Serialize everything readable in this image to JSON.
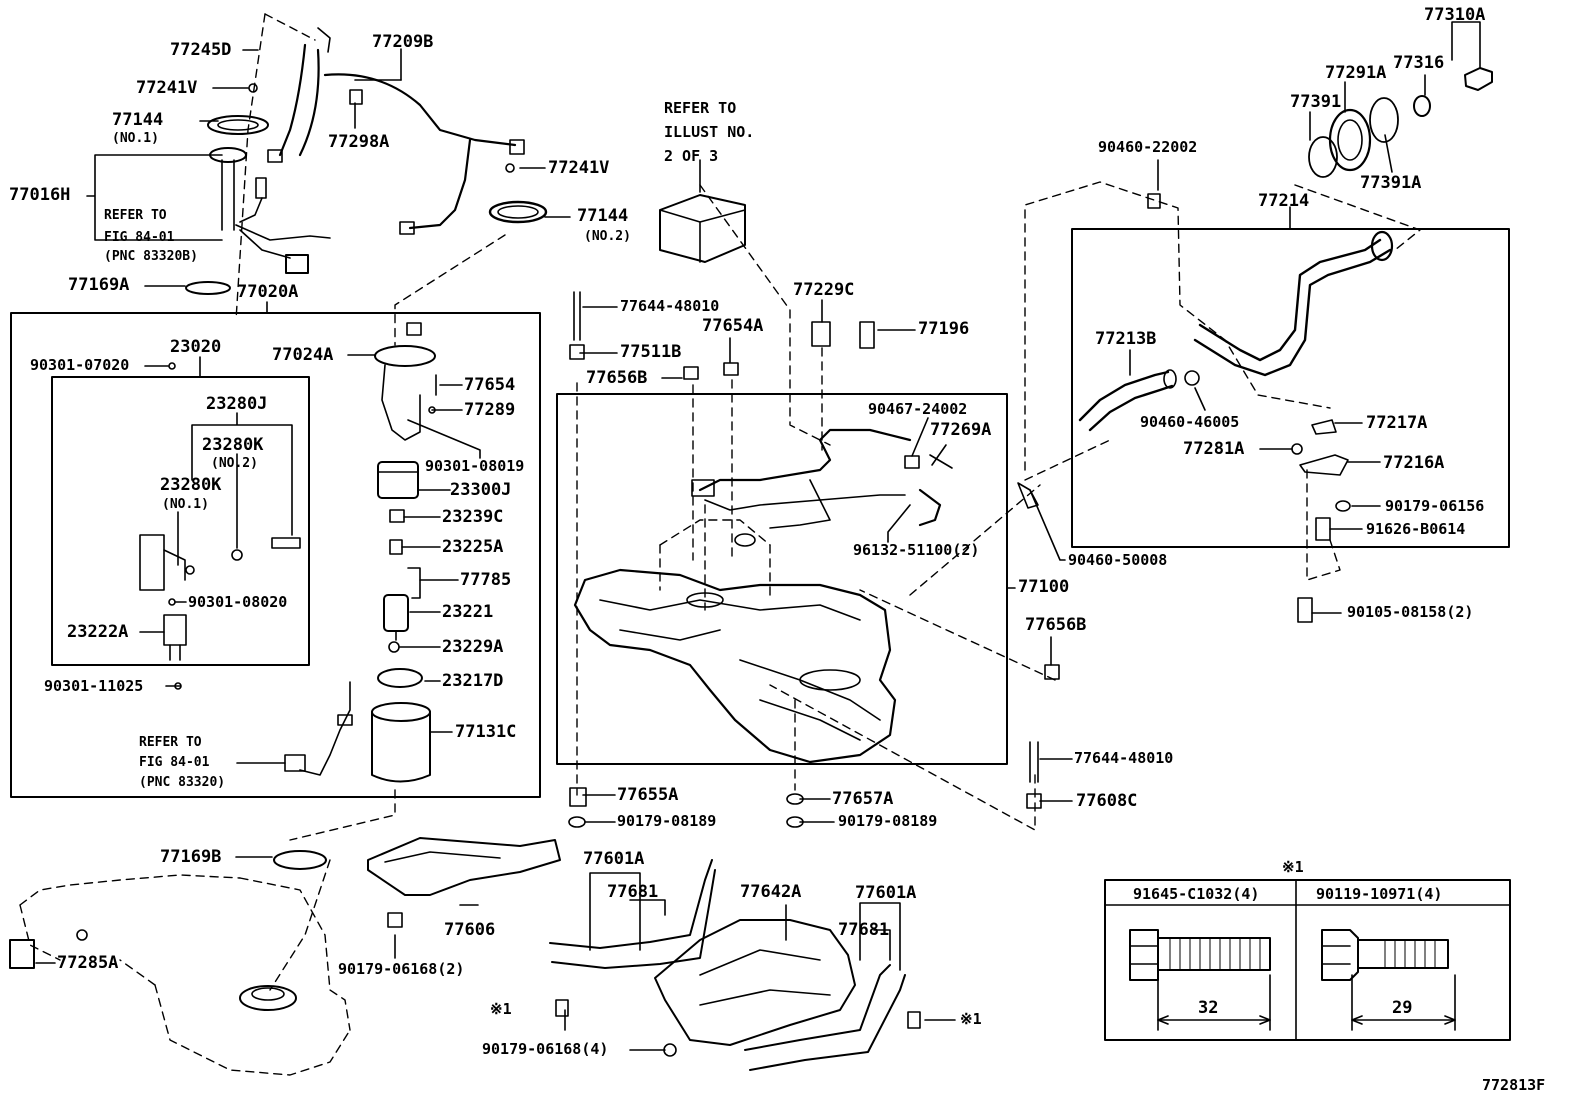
{
  "diagram_id": "772813F",
  "refer_top": [
    "REFER TO",
    "ILLUST NO.",
    "2 OF 3"
  ],
  "refer_fig_upper": [
    "REFER TO",
    "FIG 84-01",
    "(PNC 83320B)"
  ],
  "refer_fig_lower": [
    "REFER TO",
    "FIG 84-01",
    "(PNC 83320)"
  ],
  "labels": {
    "p77245D": "77245D",
    "p77209B": "77209B",
    "p77241V_a": "77241V",
    "p77144_a": "77144",
    "p77144_a_sub": "(NO.1)",
    "p77298A": "77298A",
    "p77016H": "77016H",
    "p77241V_b": "77241V",
    "p77144_b": "77144",
    "p77144_b_sub": "(NO.2)",
    "p77169A": "77169A",
    "p77020A": "77020A",
    "p90301_07020": "90301-07020",
    "p23020": "23020",
    "p77024A": "77024A",
    "p77654": "77654",
    "p77289": "77289",
    "p23280J": "23280J",
    "p23280K2": "23280K",
    "p23280K2_sub": "(NO.2)",
    "p23280K1": "23280K",
    "p23280K1_sub": "(NO.1)",
    "p90301_08019": "90301-08019",
    "p23300J": "23300J",
    "p23239C": "23239C",
    "p23225A": "23225A",
    "p77785": "77785",
    "p23221": "23221",
    "p90301_08020": "90301-08020",
    "p23222A": "23222A",
    "p23229A": "23229A",
    "p23217D": "23217D",
    "p90301_11025": "90301-11025",
    "p77131C": "77131C",
    "p77169B": "77169B",
    "p77285A": "77285A",
    "p77606": "77606",
    "p90179_06168_2": "90179-06168(2)",
    "p77601A_a": "77601A",
    "p77681_a": "77681",
    "p77642A": "77642A",
    "p77601A_b": "77601A",
    "p77681_b": "77681",
    "p90179_06168_4": "90179-06168(4)",
    "mark1_a": "※1",
    "mark1_b": "※1",
    "p77644_a": "77644-48010",
    "p77654A": "77654A",
    "p77511B": "77511B",
    "p77656B_a": "77656B",
    "p77229C": "77229C",
    "p77196": "77196",
    "p90467": "90467-24002",
    "p77269A": "77269A",
    "p96132": "96132-51100(2)",
    "p77100": "77100",
    "p90460_50008": "90460-50008",
    "p77656B_b": "77656B",
    "p77644_b": "77644-48010",
    "p77608C": "77608C",
    "p77655A": "77655A",
    "p90179_08189_a": "90179-08189",
    "p77657A": "77657A",
    "p90179_08189_b": "90179-08189",
    "p90460_22002": "90460-22002",
    "p77214": "77214",
    "p77213B": "77213B",
    "p90460_46005": "90460-46005",
    "p77217A": "77217A",
    "p77281A": "77281A",
    "p77216A": "77216A",
    "p90179_06156": "90179-06156",
    "p91626": "91626-B0614",
    "p90105": "90105-08158(2)",
    "p77310A": "77310A",
    "p77291A": "77291A",
    "p77316": "77316",
    "p77391": "77391",
    "p77391A": "77391A"
  },
  "fastener_table": {
    "mark": "※1",
    "col1_header": "91645-C1032(4)",
    "col2_header": "90119-10971(4)",
    "col1_dim": "32",
    "col2_dim": "29"
  }
}
